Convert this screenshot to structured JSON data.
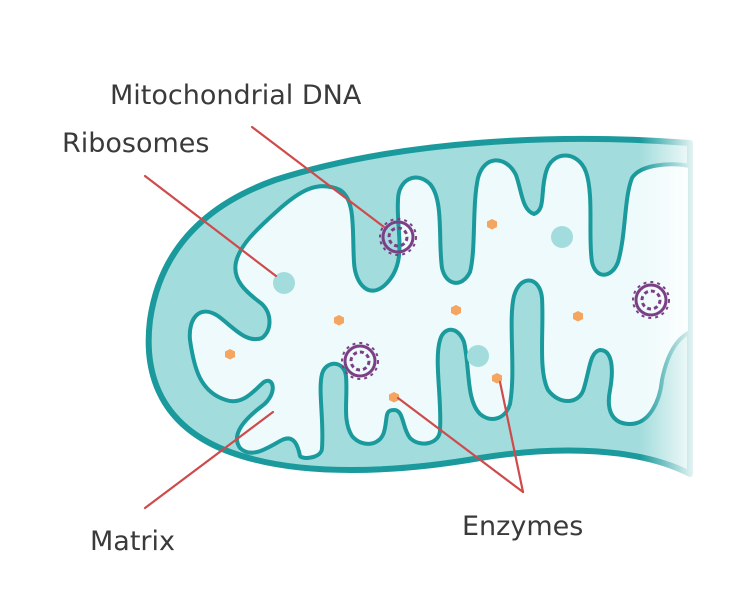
{
  "labels": {
    "mitochondrial_dna": "Mitochondrial DNA",
    "ribosomes": "Ribosomes",
    "matrix": "Matrix",
    "enzymes": "Enzymes"
  },
  "colors": {
    "outer_membrane": "#1a9a9c",
    "intermembrane_fill": "#a3dcdc",
    "matrix_fill": "#eefafb",
    "ribosome": "#a3dcdc",
    "dna": "#7b3f86",
    "enzyme": "#f5a560",
    "leader_line": "#cf4b4b",
    "label_text": "#3a3a3a"
  }
}
